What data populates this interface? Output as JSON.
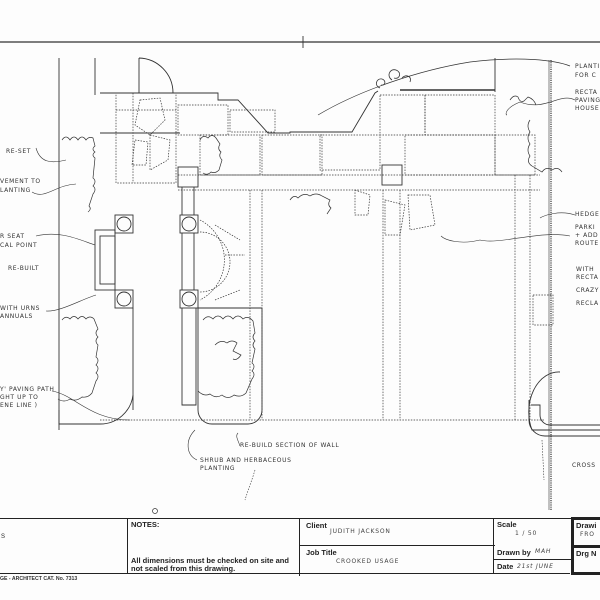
{
  "drawing": {
    "annotations_left": [
      {
        "id": "reset",
        "text": "RE-SET"
      },
      {
        "id": "pavement-1",
        "text": "VEMENT TO"
      },
      {
        "id": "pavement-2",
        "text": "LANTING"
      },
      {
        "id": "seat-1",
        "text": "R SEAT"
      },
      {
        "id": "seat-2",
        "text": "CAL POINT"
      },
      {
        "id": "rebuilt",
        "text": "RE-BUILT"
      },
      {
        "id": "urns-1",
        "text": "WITH URNS"
      },
      {
        "id": "urns-2",
        "text": "ANNUALS"
      },
      {
        "id": "path-1",
        "text": "Y' PAVING PATH"
      },
      {
        "id": "path-2",
        "text": "GHT UP TO"
      },
      {
        "id": "path-3",
        "text": "ENE LINE )"
      }
    ],
    "annotations_right": [
      {
        "id": "planting-1",
        "text": "PLANTI"
      },
      {
        "id": "planting-2",
        "text": "FOR C"
      },
      {
        "id": "rect-1",
        "text": "RECTA"
      },
      {
        "id": "rect-2",
        "text": "PAVING"
      },
      {
        "id": "rect-3",
        "text": "HOUSE"
      },
      {
        "id": "hedge",
        "text": "HEDGE"
      },
      {
        "id": "parking-1",
        "text": "PARKI"
      },
      {
        "id": "parking-2",
        "text": "+ ADD"
      },
      {
        "id": "parking-3",
        "text": "ROUTE"
      },
      {
        "id": "with-1",
        "text": "WITH"
      },
      {
        "id": "with-2",
        "text": "RECTA"
      },
      {
        "id": "with-3",
        "text": "CRAZY"
      },
      {
        "id": "with-4",
        "text": "RECLA"
      },
      {
        "id": "cross",
        "text": "CROSS"
      }
    ],
    "annotations_center": [
      {
        "id": "rebuild-wall",
        "text": "RE-BUILD SECTION OF WALL"
      },
      {
        "id": "shrub-1",
        "text": "SHRUB AND HERBACEOUS"
      },
      {
        "id": "shrub-2",
        "text": "PLANTING"
      }
    ]
  },
  "title_block": {
    "left_fragment": "S",
    "notes_label": "NOTES:",
    "notes_text_1": "All dimensions must be checked on site and",
    "notes_text_2": "not scaled from this drawing.",
    "catalog": "GE - ARCHITECT CAT. No. 7313",
    "client_label": "Client",
    "client_value": "JUDITH JACKSON",
    "job_title_label": "Job Title",
    "job_title_value": "CROOKED USAGE",
    "scale_label": "Scale",
    "scale_value": "1 / 50",
    "drawn_by_label": "Drawn by",
    "drawn_by_value": "MAH",
    "date_label": "Date",
    "date_value": "21st JUNE",
    "drawing_label": "Drawi",
    "drawing_value": "FRO",
    "drg_no_label": "Drg N"
  }
}
